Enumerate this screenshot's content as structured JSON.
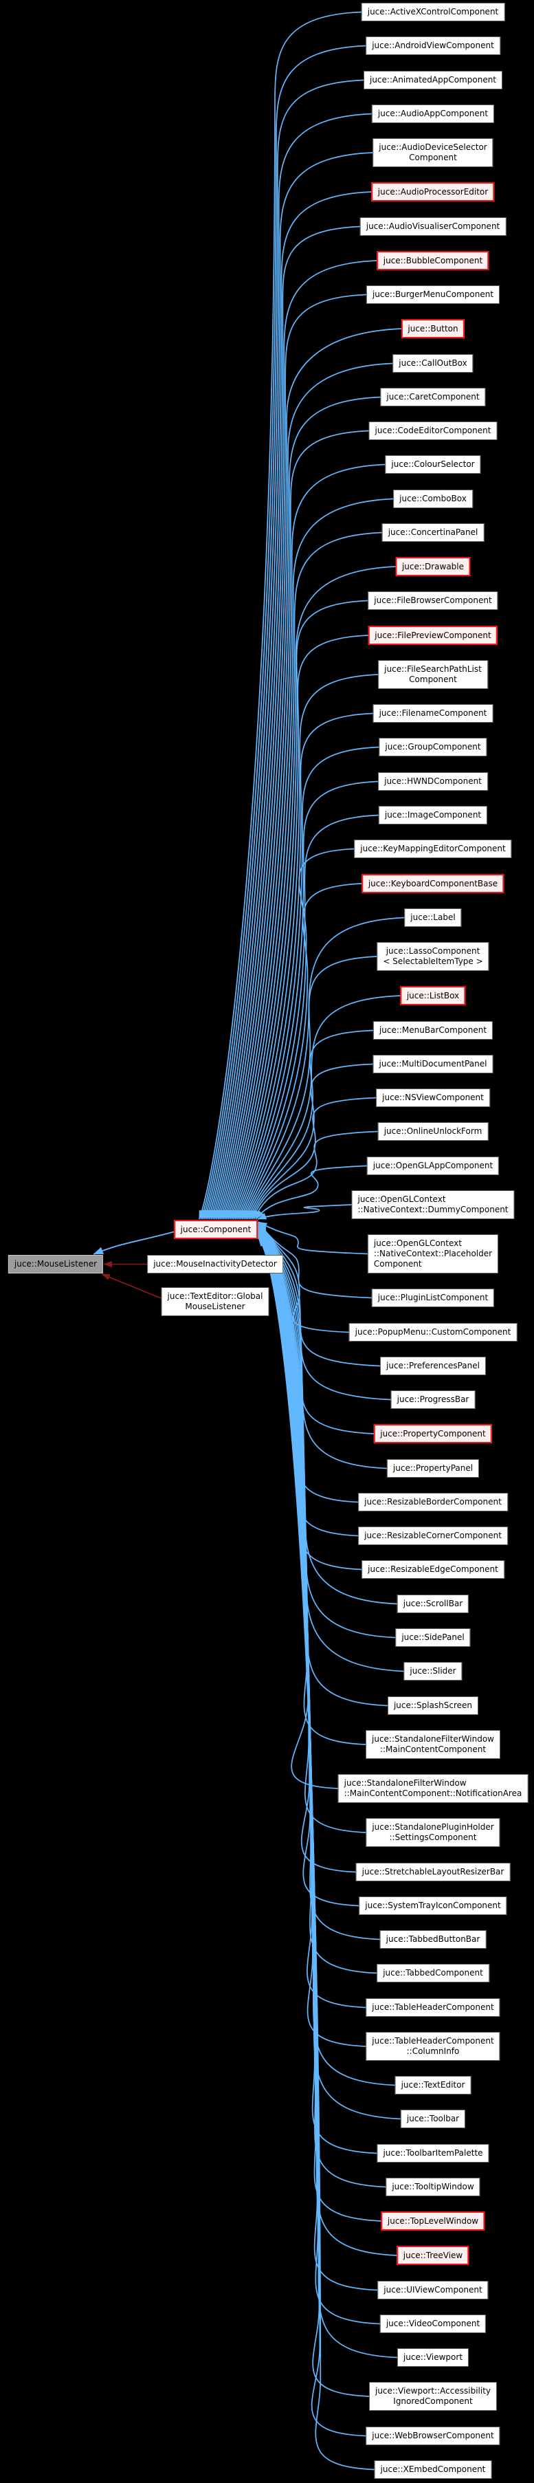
{
  "diagram": {
    "title": "juce::MouseListener inheritance graph",
    "colors": {
      "background": "#000000",
      "edge": "#63B8FF",
      "edge_private": "#8B1A1A",
      "node_fill": "#FFFFFF",
      "node_border": "#5E5E5E",
      "node_text": "#000000",
      "highlight_fill": "#FDF0F0",
      "highlight_border": "#FF1010",
      "current_fill": "#9C9C9C",
      "current_border": "#C8C8C8"
    },
    "base": {
      "label": "juce::MouseListener"
    },
    "center": {
      "label": "juce::Component",
      "variant": "red"
    },
    "left_children": [
      {
        "label": "juce::MouseInactivityDetector",
        "lines": [
          "juce::MouseInactivityDetector"
        ]
      },
      {
        "label": "juce::TextEditor::GlobalMouseListener",
        "lines": [
          "juce::TextEditor::Global",
          "MouseListener"
        ]
      }
    ],
    "subclasses": [
      {
        "label": "juce::ActiveXControlComponent",
        "variant": "plain",
        "lines": [
          "juce::ActiveXControlComponent"
        ]
      },
      {
        "label": "juce::AndroidViewComponent",
        "variant": "plain",
        "lines": [
          "juce::AndroidViewComponent"
        ]
      },
      {
        "label": "juce::AnimatedAppComponent",
        "variant": "plain",
        "lines": [
          "juce::AnimatedAppComponent"
        ]
      },
      {
        "label": "juce::AudioAppComponent",
        "variant": "plain",
        "lines": [
          "juce::AudioAppComponent"
        ]
      },
      {
        "label": "juce::AudioDeviceSelectorComponent",
        "variant": "plain",
        "lines": [
          "juce::AudioDeviceSelector",
          "Component"
        ]
      },
      {
        "label": "juce::AudioProcessorEditor",
        "variant": "red",
        "lines": [
          "juce::AudioProcessorEditor"
        ]
      },
      {
        "label": "juce::AudioVisualiserComponent",
        "variant": "plain",
        "lines": [
          "juce::AudioVisualiserComponent"
        ]
      },
      {
        "label": "juce::BubbleComponent",
        "variant": "red",
        "lines": [
          "juce::BubbleComponent"
        ]
      },
      {
        "label": "juce::BurgerMenuComponent",
        "variant": "plain",
        "lines": [
          "juce::BurgerMenuComponent"
        ]
      },
      {
        "label": "juce::Button",
        "variant": "red",
        "lines": [
          "juce::Button"
        ]
      },
      {
        "label": "juce::CallOutBox",
        "variant": "plain",
        "lines": [
          "juce::CallOutBox"
        ]
      },
      {
        "label": "juce::CaretComponent",
        "variant": "plain",
        "lines": [
          "juce::CaretComponent"
        ]
      },
      {
        "label": "juce::CodeEditorComponent",
        "variant": "plain",
        "lines": [
          "juce::CodeEditorComponent"
        ]
      },
      {
        "label": "juce::ColourSelector",
        "variant": "plain",
        "lines": [
          "juce::ColourSelector"
        ]
      },
      {
        "label": "juce::ComboBox",
        "variant": "plain",
        "lines": [
          "juce::ComboBox"
        ]
      },
      {
        "label": "juce::ConcertinaPanel",
        "variant": "plain",
        "lines": [
          "juce::ConcertinaPanel"
        ]
      },
      {
        "label": "juce::Drawable",
        "variant": "red",
        "lines": [
          "juce::Drawable"
        ]
      },
      {
        "label": "juce::FileBrowserComponent",
        "variant": "plain",
        "lines": [
          "juce::FileBrowserComponent"
        ]
      },
      {
        "label": "juce::FilePreviewComponent",
        "variant": "red",
        "lines": [
          "juce::FilePreviewComponent"
        ]
      },
      {
        "label": "juce::FileSearchPathListComponent",
        "variant": "plain",
        "lines": [
          "juce::FileSearchPathList",
          "Component"
        ]
      },
      {
        "label": "juce::FilenameComponent",
        "variant": "plain",
        "lines": [
          "juce::FilenameComponent"
        ]
      },
      {
        "label": "juce::GroupComponent",
        "variant": "plain",
        "lines": [
          "juce::GroupComponent"
        ]
      },
      {
        "label": "juce::HWNDComponent",
        "variant": "plain",
        "lines": [
          "juce::HWNDComponent"
        ]
      },
      {
        "label": "juce::ImageComponent",
        "variant": "plain",
        "lines": [
          "juce::ImageComponent"
        ]
      },
      {
        "label": "juce::KeyMappingEditorComponent",
        "variant": "plain",
        "lines": [
          "juce::KeyMappingEditorComponent"
        ]
      },
      {
        "label": "juce::KeyboardComponentBase",
        "variant": "red",
        "lines": [
          "juce::KeyboardComponentBase"
        ]
      },
      {
        "label": "juce::Label",
        "variant": "plain",
        "lines": [
          "juce::Label"
        ]
      },
      {
        "label": "juce::LassoComponent< SelectableItemType >",
        "variant": "plain",
        "lines": [
          "juce::LassoComponent",
          "< SelectableItemType >"
        ]
      },
      {
        "label": "juce::ListBox",
        "variant": "red",
        "lines": [
          "juce::ListBox"
        ]
      },
      {
        "label": "juce::MenuBarComponent",
        "variant": "plain",
        "lines": [
          "juce::MenuBarComponent"
        ]
      },
      {
        "label": "juce::MultiDocumentPanel",
        "variant": "plain",
        "lines": [
          "juce::MultiDocumentPanel"
        ]
      },
      {
        "label": "juce::NSViewComponent",
        "variant": "plain",
        "lines": [
          "juce::NSViewComponent"
        ]
      },
      {
        "label": "juce::OnlineUnlockForm",
        "variant": "plain",
        "lines": [
          "juce::OnlineUnlockForm"
        ]
      },
      {
        "label": "juce::OpenGLAppComponent",
        "variant": "plain",
        "lines": [
          "juce::OpenGLAppComponent"
        ]
      },
      {
        "label": "juce::OpenGLContext::NativeContext::DummyComponent",
        "variant": "plain",
        "lines": [
          "juce::OpenGLContext",
          "::NativeContext::DummyComponent"
        ]
      },
      {
        "label": "juce::OpenGLContext::NativeContext::PlaceholderComponent",
        "variant": "plain",
        "lines": [
          "juce::OpenGLContext",
          "::NativeContext::Placeholder",
          "Component"
        ]
      },
      {
        "label": "juce::PluginListComponent",
        "variant": "plain",
        "lines": [
          "juce::PluginListComponent"
        ]
      },
      {
        "label": "juce::PopupMenu::CustomComponent",
        "variant": "plain",
        "lines": [
          "juce::PopupMenu::CustomComponent"
        ]
      },
      {
        "label": "juce::PreferencesPanel",
        "variant": "plain",
        "lines": [
          "juce::PreferencesPanel"
        ]
      },
      {
        "label": "juce::ProgressBar",
        "variant": "plain",
        "lines": [
          "juce::ProgressBar"
        ]
      },
      {
        "label": "juce::PropertyComponent",
        "variant": "red",
        "lines": [
          "juce::PropertyComponent"
        ]
      },
      {
        "label": "juce::PropertyPanel",
        "variant": "plain",
        "lines": [
          "juce::PropertyPanel"
        ]
      },
      {
        "label": "juce::ResizableBorderComponent",
        "variant": "plain",
        "lines": [
          "juce::ResizableBorderComponent"
        ]
      },
      {
        "label": "juce::ResizableCornerComponent",
        "variant": "plain",
        "lines": [
          "juce::ResizableCornerComponent"
        ]
      },
      {
        "label": "juce::ResizableEdgeComponent",
        "variant": "plain",
        "lines": [
          "juce::ResizableEdgeComponent"
        ]
      },
      {
        "label": "juce::ScrollBar",
        "variant": "plain",
        "lines": [
          "juce::ScrollBar"
        ]
      },
      {
        "label": "juce::SidePanel",
        "variant": "plain",
        "lines": [
          "juce::SidePanel"
        ]
      },
      {
        "label": "juce::Slider",
        "variant": "plain",
        "lines": [
          "juce::Slider"
        ]
      },
      {
        "label": "juce::SplashScreen",
        "variant": "plain",
        "lines": [
          "juce::SplashScreen"
        ]
      },
      {
        "label": "juce::StandaloneFilterWindow::MainContentComponent",
        "variant": "plain",
        "lines": [
          "juce::StandaloneFilterWindow",
          "::MainContentComponent"
        ]
      },
      {
        "label": "juce::StandaloneFilterWindow::MainContentComponent::NotificationArea",
        "variant": "plain",
        "lines": [
          "juce::StandaloneFilterWindow",
          "::MainContentComponent::NotificationArea"
        ]
      },
      {
        "label": "juce::StandalonePluginHolder::SettingsComponent",
        "variant": "plain",
        "lines": [
          "juce::StandalonePluginHolder",
          "::SettingsComponent"
        ]
      },
      {
        "label": "juce::StretchableLayoutResizerBar",
        "variant": "plain",
        "lines": [
          "juce::StretchableLayoutResizerBar"
        ]
      },
      {
        "label": "juce::SystemTrayIconComponent",
        "variant": "plain",
        "lines": [
          "juce::SystemTrayIconComponent"
        ]
      },
      {
        "label": "juce::TabbedButtonBar",
        "variant": "plain",
        "lines": [
          "juce::TabbedButtonBar"
        ]
      },
      {
        "label": "juce::TabbedComponent",
        "variant": "plain",
        "lines": [
          "juce::TabbedComponent"
        ]
      },
      {
        "label": "juce::TableHeaderComponent",
        "variant": "plain",
        "lines": [
          "juce::TableHeaderComponent"
        ]
      },
      {
        "label": "juce::TableHeaderComponent::ColumnInfo",
        "variant": "plain",
        "lines": [
          "juce::TableHeaderComponent",
          "::ColumnInfo"
        ]
      },
      {
        "label": "juce::TextEditor",
        "variant": "plain",
        "lines": [
          "juce::TextEditor"
        ]
      },
      {
        "label": "juce::Toolbar",
        "variant": "plain",
        "lines": [
          "juce::Toolbar"
        ]
      },
      {
        "label": "juce::ToolbarItemPalette",
        "variant": "plain",
        "lines": [
          "juce::ToolbarItemPalette"
        ]
      },
      {
        "label": "juce::TooltipWindow",
        "variant": "plain",
        "lines": [
          "juce::TooltipWindow"
        ]
      },
      {
        "label": "juce::TopLevelWindow",
        "variant": "red",
        "lines": [
          "juce::TopLevelWindow"
        ]
      },
      {
        "label": "juce::TreeView",
        "variant": "red",
        "lines": [
          "juce::TreeView"
        ]
      },
      {
        "label": "juce::UIViewComponent",
        "variant": "plain",
        "lines": [
          "juce::UIViewComponent"
        ]
      },
      {
        "label": "juce::VideoComponent",
        "variant": "plain",
        "lines": [
          "juce::VideoComponent"
        ]
      },
      {
        "label": "juce::Viewport",
        "variant": "plain",
        "lines": [
          "juce::Viewport"
        ]
      },
      {
        "label": "juce::Viewport::AccessibilityIgnoredComponent",
        "variant": "plain",
        "lines": [
          "juce::Viewport::Accessibility",
          "IgnoredComponent"
        ]
      },
      {
        "label": "juce::WebBrowserComponent",
        "variant": "plain",
        "lines": [
          "juce::WebBrowserComponent"
        ]
      },
      {
        "label": "juce::XEmbedComponent",
        "variant": "plain",
        "lines": [
          "juce::XEmbedComponent"
        ]
      }
    ]
  }
}
